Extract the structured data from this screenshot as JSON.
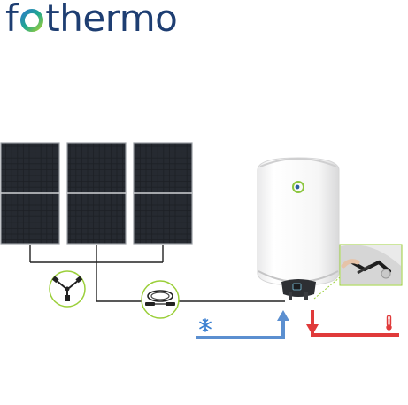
{
  "brand": {
    "logo_prefix": "f",
    "logo_suffix": "thermo",
    "primary_color": "#1e3e72",
    "accent_green": "#8cc63f"
  },
  "diagram": {
    "panels": 3,
    "cold_water_icon": "snowflake-icon",
    "hot_water_icon": "thermometer-icon",
    "cold_color": "#5b8fd0",
    "hot_color": "#e03a3a",
    "connector_green": "#9bcf3a"
  }
}
